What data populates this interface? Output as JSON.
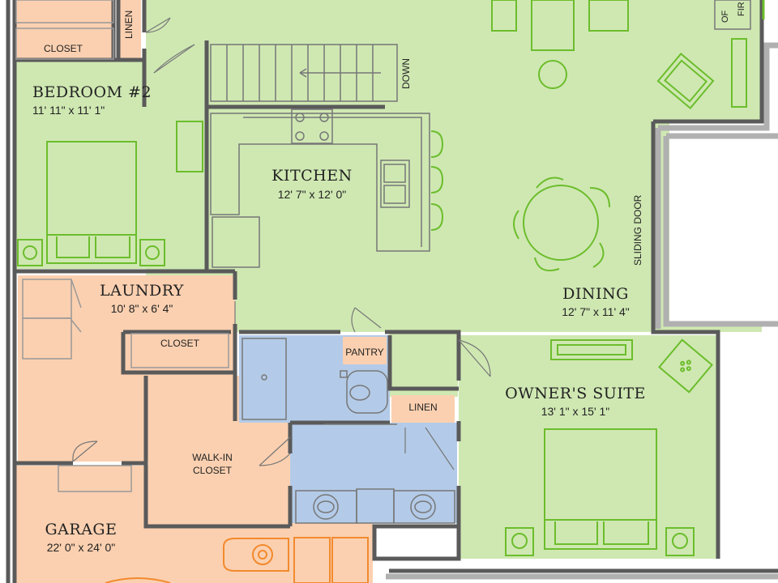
{
  "colors": {
    "green_room": "#cfe8b2",
    "orange_room": "#fbd0b0",
    "blue_room": "#b3cbe8",
    "wall": "#5a5a5a",
    "green_fixture": "#6cbd2c",
    "orange_fixture": "#f28a2e",
    "gray_fixture": "#8a8a8a"
  },
  "rooms": {
    "bedroom2": {
      "name": "BEDROOM #2",
      "dims": "11' 11\" x 11' 1\""
    },
    "kitchen": {
      "name": "KITCHEN",
      "dims": "12' 7\" x 12' 0\""
    },
    "dining": {
      "name": "DINING",
      "dims": "12' 7\" x 11' 4\""
    },
    "laundry": {
      "name": "LAUNDRY",
      "dims": "10' 8\" x 6' 4\""
    },
    "owners_suite": {
      "name": "OWNER'S SUITE",
      "dims": "13' 1\" x 15' 1\""
    },
    "garage": {
      "name": "GARAGE",
      "dims": "22' 0\" x 24' 0\""
    }
  },
  "labels": {
    "closet_top": "CLOSET",
    "closet_laundry": "CLOSET",
    "linen_top": "LINEN",
    "linen_bath": "LINEN",
    "pantry": "PANTRY",
    "walkin_line1": "WALK-IN",
    "walkin_line2": "CLOSET",
    "down": "DOWN",
    "sliding_door": "SLIDING DOOR",
    "fireplace_1": "OF",
    "fireplace_2": "FIR"
  }
}
